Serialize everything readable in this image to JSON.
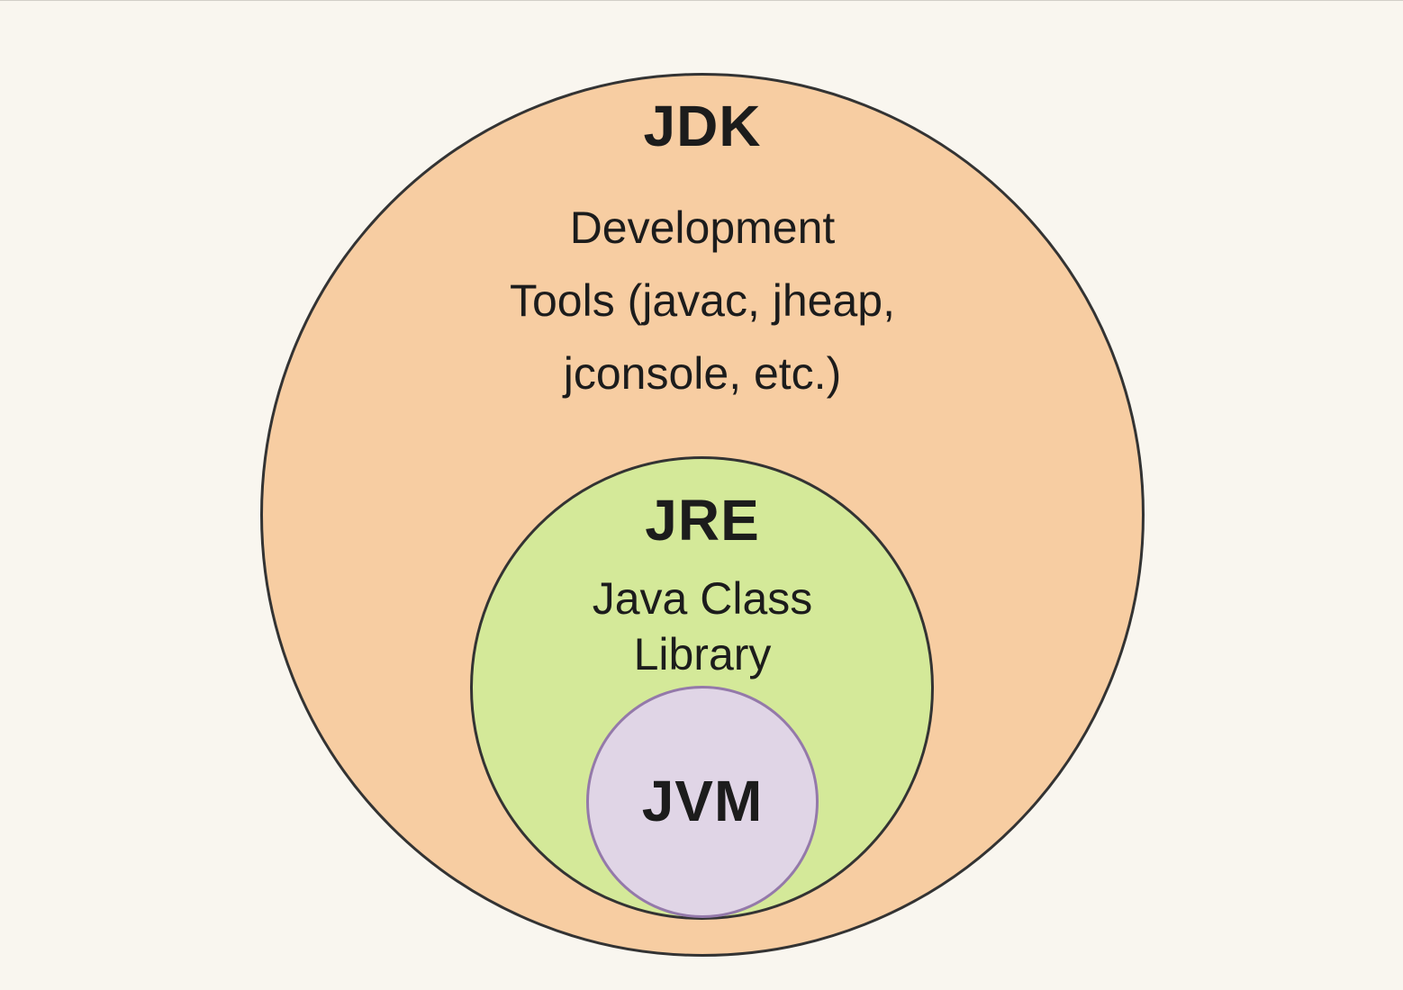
{
  "diagram": {
    "jdk": {
      "title": "JDK",
      "description": [
        "Development",
        "Tools (javac, jheap,",
        "jconsole, etc.)"
      ],
      "color": "#f7cda2"
    },
    "jre": {
      "title": "JRE",
      "description": [
        "Java Class",
        "Library"
      ],
      "color": "#d4e999"
    },
    "jvm": {
      "title": "JVM",
      "color": "#e0d5e6"
    }
  }
}
